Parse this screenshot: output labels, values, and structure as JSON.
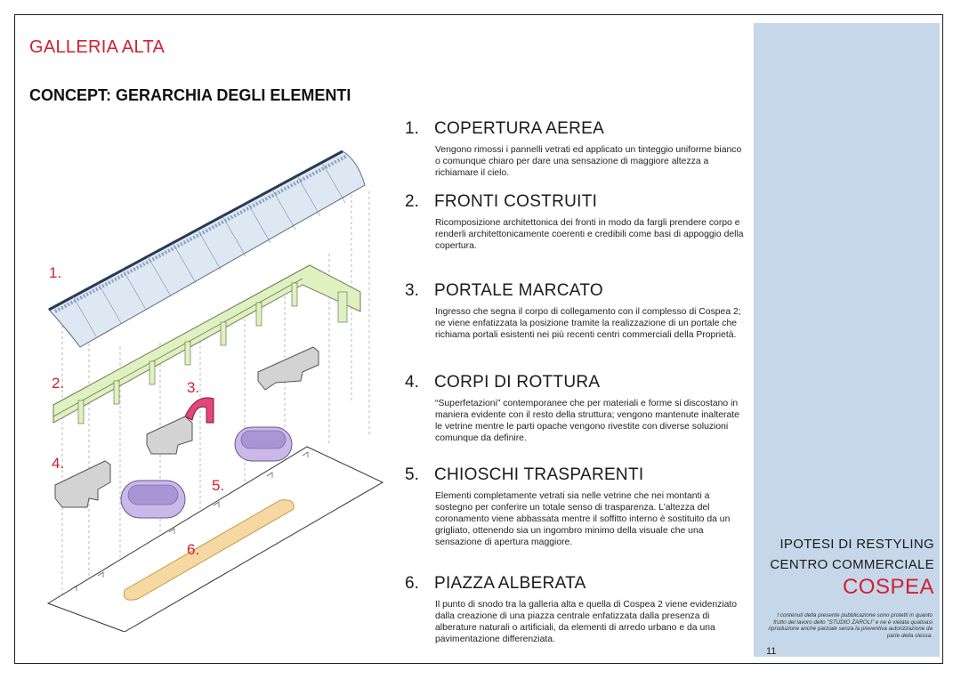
{
  "header": {
    "section_title": "GALLERIA ALTA",
    "concept_title": "CONCEPT: GERARCHIA DEGLI ELEMENTI"
  },
  "illustration": {
    "labels": [
      "1.",
      "2.",
      "3.",
      "4.",
      "5.",
      "6."
    ],
    "colors": {
      "roof": "#dde8f3",
      "facade": "#dff1c0",
      "portal": "#e2467a",
      "breaks": "#d3d3d3",
      "kiosks": "#c9b8e8",
      "plaza": "#f6d8a2",
      "accent_red": "#d1202f"
    }
  },
  "items": [
    {
      "number": "1.",
      "title": "COPERTURA AEREA",
      "body": "Vengono rimossi i pannelli vetrati ed applicato un tinteggio uniforme bianco o comunque chiaro per dare una sensazione di maggiore altezza a richiamare il cielo."
    },
    {
      "number": "2.",
      "title": "FRONTI COSTRUITI",
      "body": "Ricomposizione architettonica dei fronti in modo da fargli prendere corpo e renderli architettonicamente coerenti e credibili come basi di appoggio della copertura."
    },
    {
      "number": "3.",
      "title": "PORTALE MARCATO",
      "body": "Ingresso che segna il corpo di collegamento con il complesso di Cospea 2; ne viene enfatizzata la posizione tramite la realizzazione di un portale che richiama portali esistenti nei più recenti centri commerciali della Proprietà."
    },
    {
      "number": "4.",
      "title": "CORPI DI ROTTURA",
      "body": "“Superfetazioni” contemporanee che per materiali e forme si discostano in maniera evidente con il resto della struttura; vengono mantenute inalterate le vetrine mentre le parti opache vengono rivestite con diverse soluzioni comunque da definire."
    },
    {
      "number": "5.",
      "title": "CHIOSCHI TRASPARENTI",
      "body": "Elementi completamente vetrati sia nelle vetrine che nei montanti a sostegno per conferire un totale senso di trasparenza. L’altezza del coronamento viene abbassata mentre il soffitto interno è sostituito da un grigliato, ottenendo sia un ingombro minimo della visuale che una sensazione di apertura maggiore."
    },
    {
      "number": "6.",
      "title": "PIAZZA ALBERATA",
      "body": "Il punto di snodo tra la galleria alta e quella di Cospea 2 viene evidenziato dalla creazione di una piazza centrale enfatizzata dalla presenza di alberature naturali o artificiali, da elementi di arredo urbano e da una pavimentazione differenziata."
    }
  ],
  "sidebar": {
    "line1": "IPOTESI DI RESTYLING",
    "line2": "CENTRO COMMERCIALE",
    "brand": "COSPEA",
    "disclaimer": "I contenuti della presente pubblicazione sono protetti in quanto frutto del lavoro dello \"STUDIO ZAROLI\" e ne è vietata qualsiasi riproduzione anche parziale senza la preventiva autorizzazione da parte della stessa.",
    "page_number": "11"
  }
}
